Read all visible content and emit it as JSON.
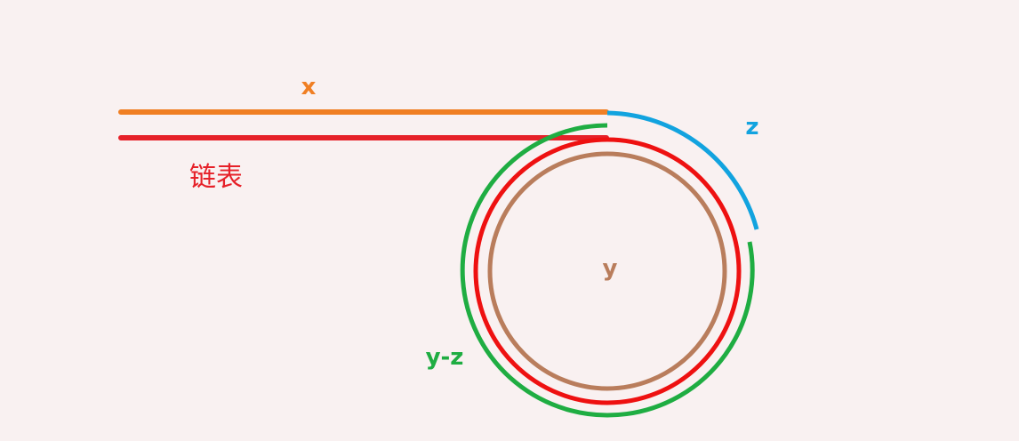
{
  "labels": {
    "x": "x",
    "z": "z",
    "linked_list": "链表",
    "y": "y",
    "y_minus_z": "y-z"
  },
  "colors": {
    "background": "#f9f1f1",
    "x_line": "#f07f23",
    "linked_list_line": "#e62129",
    "z_arc": "#12a3df",
    "y_minus_z_arc": "#1fad42",
    "linked_list_circle": "#ee1111",
    "y_circle": "#b97d5c"
  }
}
